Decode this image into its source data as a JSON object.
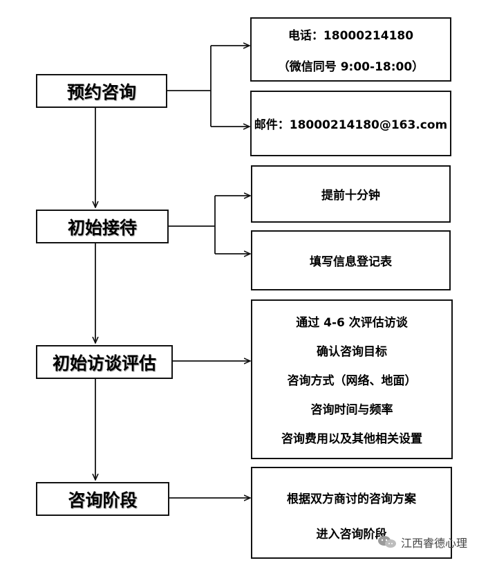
{
  "stages": [
    {
      "label": "预约咨询"
    },
    {
      "label": "初始接待"
    },
    {
      "label": "初始访谈评估"
    },
    {
      "label": "咨询阶段"
    }
  ],
  "details": {
    "contact_phone": [
      "电话：18000214180",
      "（微信同号 9:00-18:00）"
    ],
    "contact_email": [
      "邮件：18000214180@163.com"
    ],
    "early_arrival": [
      "提前十分钟"
    ],
    "registration_form": [
      "填写信息登记表"
    ],
    "assessment": [
      "通过 4-6 次评估访谈",
      "确认咨询目标",
      "咨询方式（网络、地面）",
      "咨询时间与频率",
      "咨询费用以及其他相关设置"
    ],
    "plan": [
      "根据双方商讨的咨询方案",
      "进入咨询阶段"
    ]
  },
  "watermark": {
    "text": "江西睿德心理",
    "icon": "wechat-icon"
  }
}
